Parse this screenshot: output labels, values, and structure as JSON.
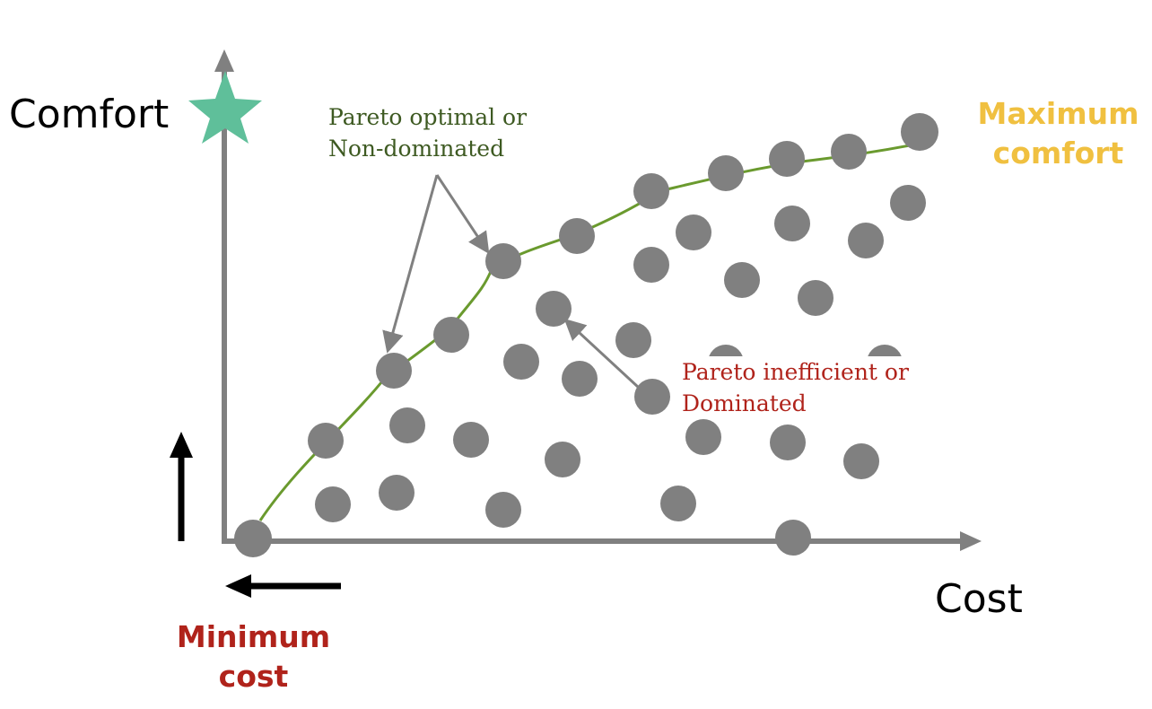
{
  "axes": {
    "y_label": "Comfort",
    "x_label": "Cost",
    "axis_color": "#808080"
  },
  "annotations": {
    "optimal_line1": "Pareto optimal or",
    "optimal_line2": "Non-dominated",
    "optimal_color": "#3e5a22",
    "inefficient_line1": "Pareto inefficient or",
    "inefficient_line2": "Dominated",
    "inefficient_color": "#b0231b",
    "max_comfort_line1": "Maximum",
    "max_comfort_line2": "comfort",
    "max_comfort_color": "#f0c040",
    "min_cost_line1": "Minimum",
    "min_cost_line2": "cost",
    "min_cost_color": "#b0231b"
  },
  "colors": {
    "point": "#808080",
    "frontier": "#6a9a2e",
    "star": "#5fbf9a",
    "arrow": "#000000"
  },
  "icons": [
    "star-icon",
    "arrow-up-icon",
    "arrow-left-icon"
  ]
}
